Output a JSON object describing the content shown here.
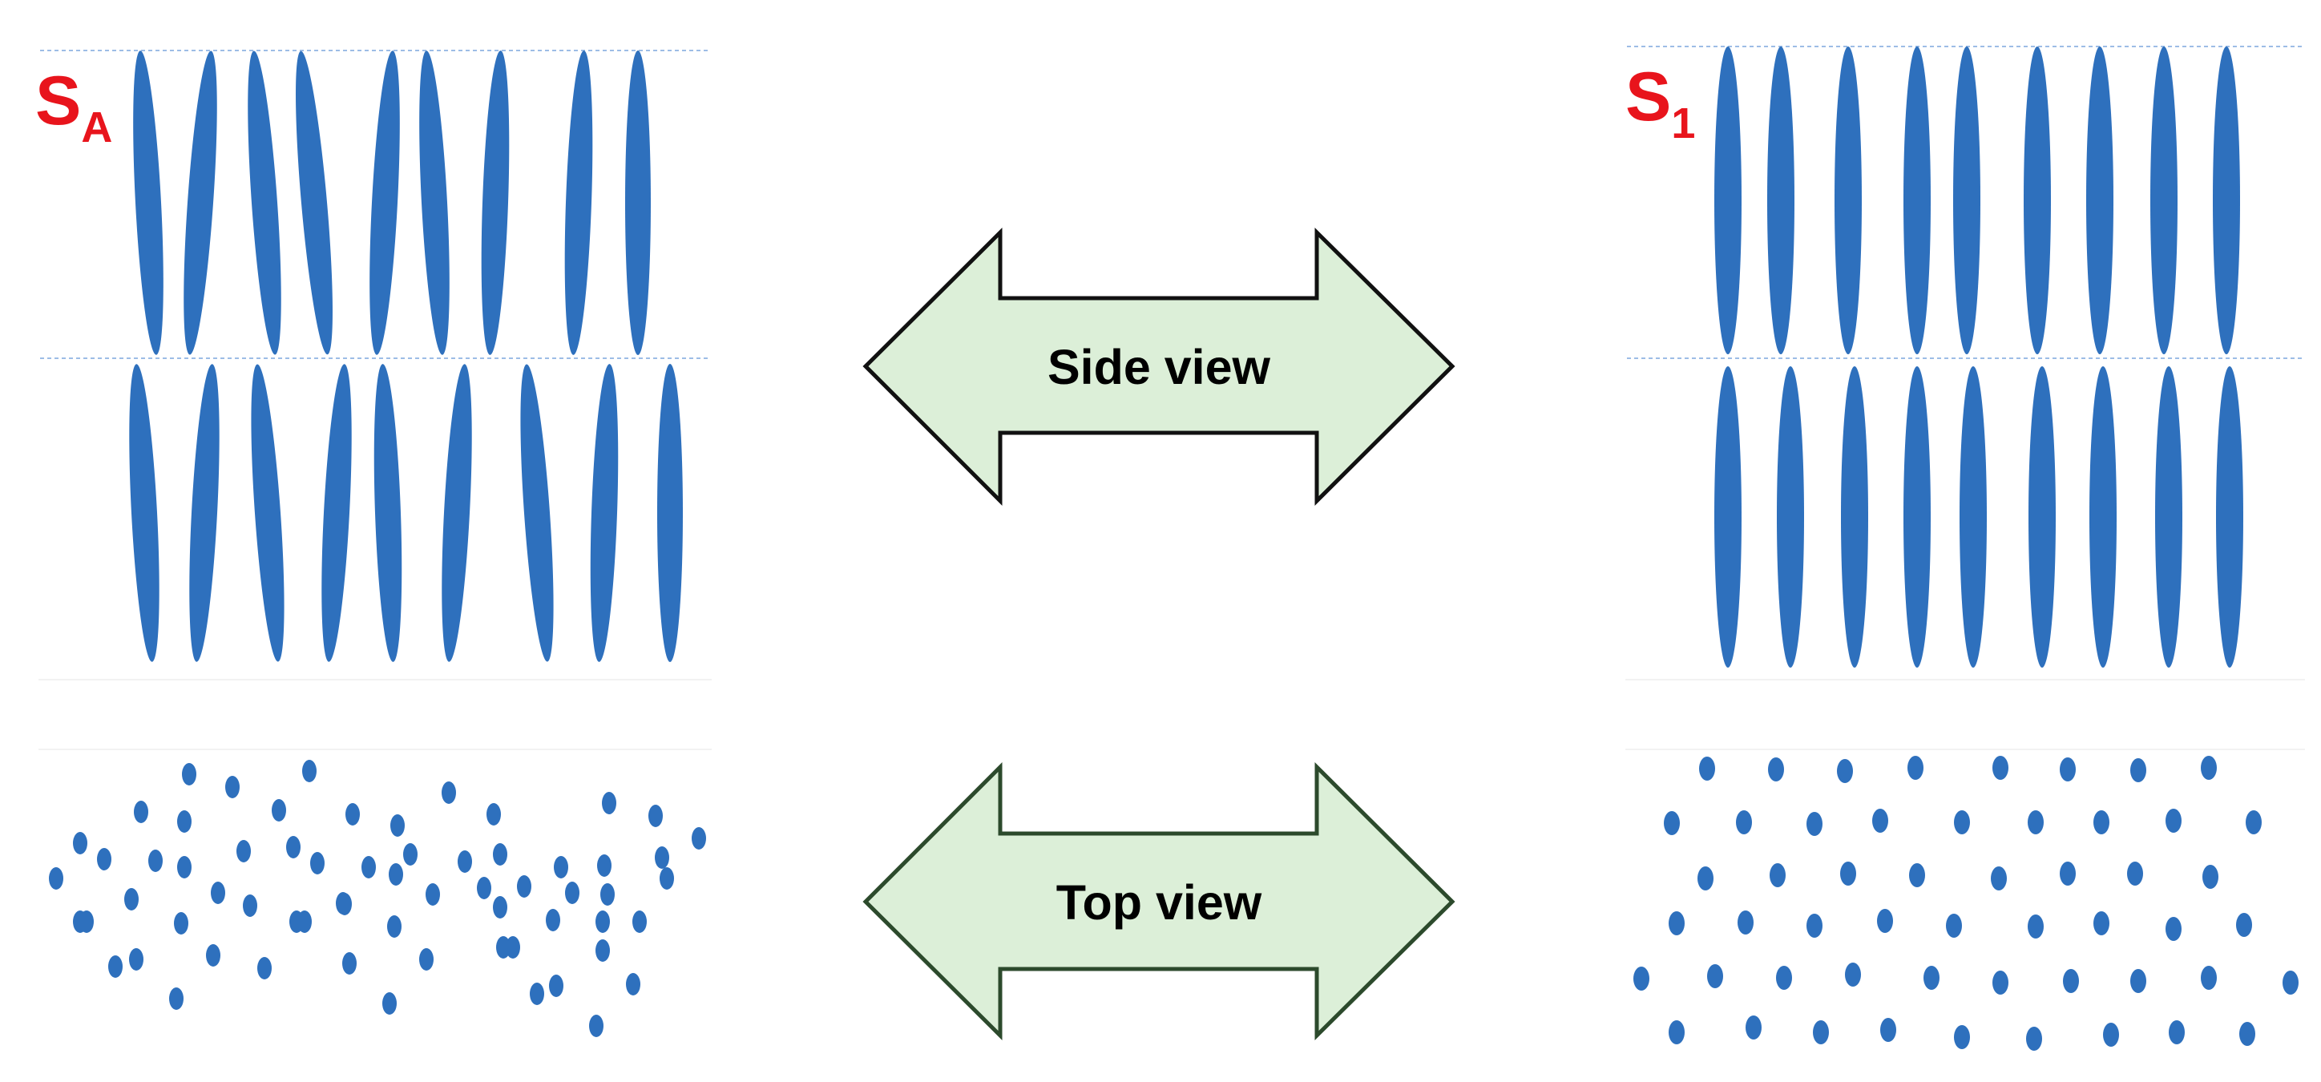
{
  "colors": {
    "molecule": "#2e70bd",
    "phase_label": "#e8141c",
    "arrow_fill": "#dcefd8",
    "arrow_stroke_side": "#111111",
    "arrow_stroke_top": "#2c4a2c",
    "guide_line": "#9dbde6"
  },
  "left_phase": {
    "label_main": "S",
    "label_sub": "A"
  },
  "right_phase": {
    "label_main": "S",
    "label_sub": "1"
  },
  "arrows": {
    "side_label": "Side view",
    "top_label": "Top view"
  }
}
